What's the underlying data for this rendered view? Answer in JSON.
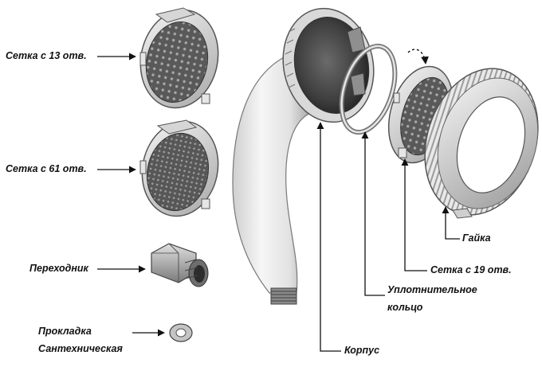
{
  "labels": {
    "mesh13": "Сетка с 13 отв.",
    "mesh61": "Сетка с 61 отв.",
    "adapter": "Переходник",
    "gasket_line1": "Прокладка",
    "gasket_line2": "Сантехническая",
    "nut": "Гайка",
    "mesh19": "Сетка с 19 отв.",
    "oring_line1": "Уплотнительное",
    "oring_line2": "кольцо",
    "body": "Корпус"
  }
}
